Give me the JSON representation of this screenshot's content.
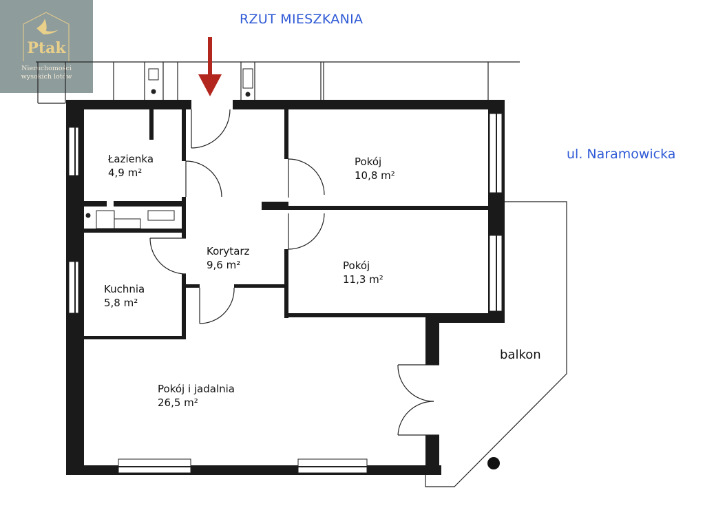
{
  "header": {
    "title": "RZUT MIESZKANIA"
  },
  "street": {
    "label": "ul. Naramowicka"
  },
  "logo": {
    "name": "Ptak",
    "tagline_line1": "Nieruchomości",
    "tagline_line2": "wysokich lotów"
  },
  "colors": {
    "accent_blue": "#2f5ad6",
    "arrow_red": "#b3261e",
    "wall": "#1a1a1a",
    "logo_bg": "#8f9c9c",
    "logo_gold": "#e8cf8a"
  },
  "rooms": [
    {
      "name": "Łazienka",
      "area": "4,9 m²"
    },
    {
      "name": "Pokój",
      "area": "10,8 m²"
    },
    {
      "name": "Korytarz",
      "area": "9,6 m²"
    },
    {
      "name": "Pokój",
      "area": "11,3 m²"
    },
    {
      "name": "Kuchnia",
      "area": "5,8 m²"
    },
    {
      "name": "Pokój i jadalnia",
      "area": "26,5 m²"
    }
  ],
  "balcony": {
    "label": "balkon"
  },
  "entrance": {
    "icon": "arrow-down-icon"
  }
}
